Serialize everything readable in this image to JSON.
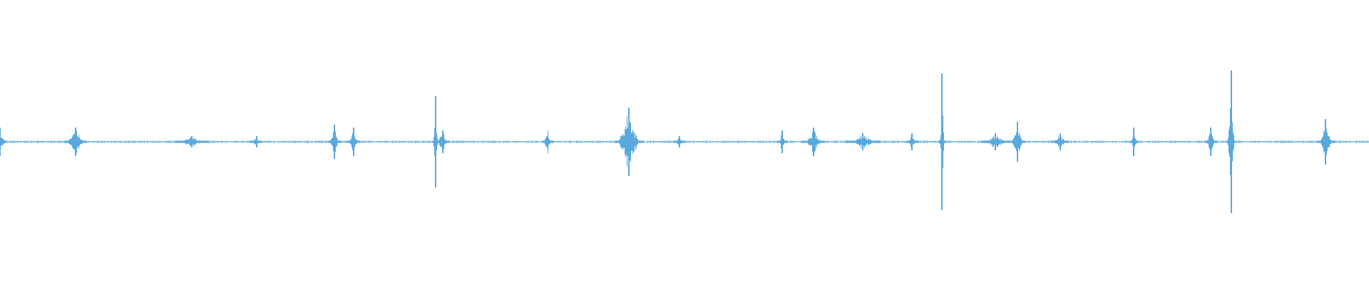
{
  "waveform": {
    "color": "#5aa9dc",
    "baseline_color": "#5aa9dc",
    "bursts": [
      {
        "position": 0.0,
        "amplitude": 0.05,
        "spread": 0.004,
        "kind": "dot"
      },
      {
        "position": 0.055,
        "amplitude": 0.05,
        "spread": 0.008
      },
      {
        "position": 0.14,
        "amplitude": 0.02,
        "spread": 0.012
      },
      {
        "position": 0.187,
        "amplitude": 0.02,
        "spread": 0.004
      },
      {
        "position": 0.244,
        "amplitude": 0.06,
        "spread": 0.004
      },
      {
        "position": 0.258,
        "amplitude": 0.05,
        "spread": 0.004
      },
      {
        "position": 0.318,
        "amplitude": 0.16,
        "spread": 0.002
      },
      {
        "position": 0.323,
        "amplitude": 0.04,
        "spread": 0.005
      },
      {
        "position": 0.4,
        "amplitude": 0.04,
        "spread": 0.004
      },
      {
        "position": 0.459,
        "amplitude": 0.12,
        "spread": 0.01
      },
      {
        "position": 0.496,
        "amplitude": 0.02,
        "spread": 0.004
      },
      {
        "position": 0.571,
        "amplitude": 0.04,
        "spread": 0.003
      },
      {
        "position": 0.594,
        "amplitude": 0.05,
        "spread": 0.008
      },
      {
        "position": 0.63,
        "amplitude": 0.03,
        "spread": 0.012
      },
      {
        "position": 0.666,
        "amplitude": 0.03,
        "spread": 0.004
      },
      {
        "position": 0.688,
        "amplitude": 0.24,
        "spread": 0.002
      },
      {
        "position": 0.727,
        "amplitude": 0.03,
        "spread": 0.01
      },
      {
        "position": 0.743,
        "amplitude": 0.07,
        "spread": 0.005
      },
      {
        "position": 0.774,
        "amplitude": 0.03,
        "spread": 0.006
      },
      {
        "position": 0.828,
        "amplitude": 0.05,
        "spread": 0.003
      },
      {
        "position": 0.884,
        "amplitude": 0.05,
        "spread": 0.004
      },
      {
        "position": 0.899,
        "amplitude": 0.25,
        "spread": 0.003
      },
      {
        "position": 0.968,
        "amplitude": 0.08,
        "spread": 0.006
      }
    ]
  }
}
